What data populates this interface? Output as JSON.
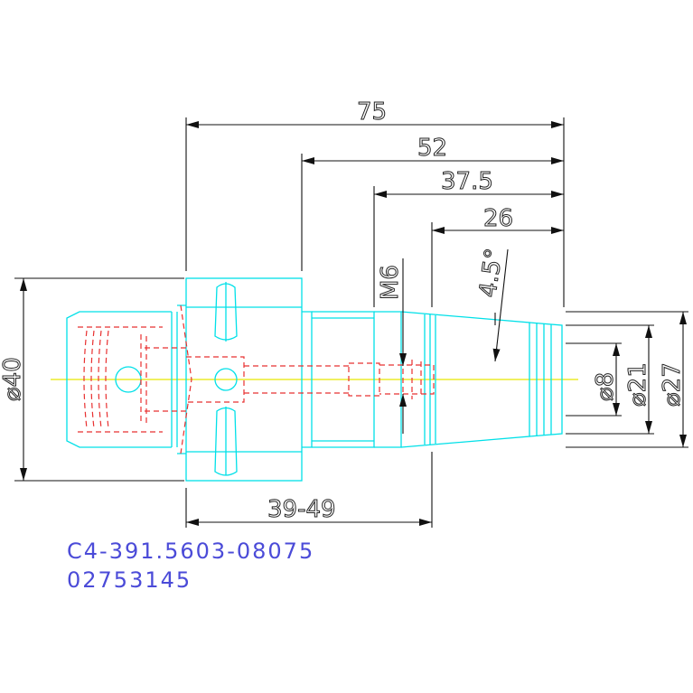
{
  "dimensions": {
    "length_75": "75",
    "length_52": "52",
    "length_37_5": "37.5",
    "length_26": "26",
    "length_39_49": "39-49",
    "thread": "M6",
    "angle": "4.5°",
    "dia_40": "⌀40",
    "dia_8": "⌀8",
    "dia_21": "⌀21",
    "dia_27": "⌀27"
  },
  "labels": {
    "part_code": "C4-391.5603-08075",
    "part_number": "02753145"
  },
  "colors": {
    "outline": "#00e0e8",
    "hidden": "#e83030",
    "centerline": "#e8e800",
    "dimension": "#111111",
    "label": "#4b4bd8"
  }
}
